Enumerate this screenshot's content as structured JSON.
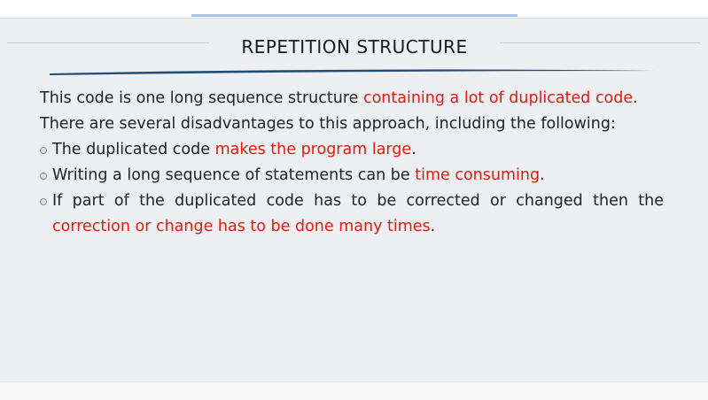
{
  "slide": {
    "title": "REPETITION STRUCTURE",
    "intro": {
      "line1_plain": "This code is one long sequence structure ",
      "line1_highlight": "containing a lot of duplicated code",
      "line1_end": ".",
      "line2": "There are several disadvantages to this approach, including the following:"
    },
    "bullets": [
      {
        "plain": "The duplicated code ",
        "highlight": "makes the program large",
        "end": "."
      },
      {
        "plain": "Writing a long sequence of statements can be ",
        "highlight": "time consuming",
        "end": "."
      },
      {
        "plain": "If part of the duplicated code has to be corrected or changed then the ",
        "highlight": "correction or change has to be done many times",
        "end": "."
      }
    ],
    "colors": {
      "highlight": "#e31b0c",
      "swoosh": "#1f4e79",
      "background": "#eeeff2"
    }
  }
}
